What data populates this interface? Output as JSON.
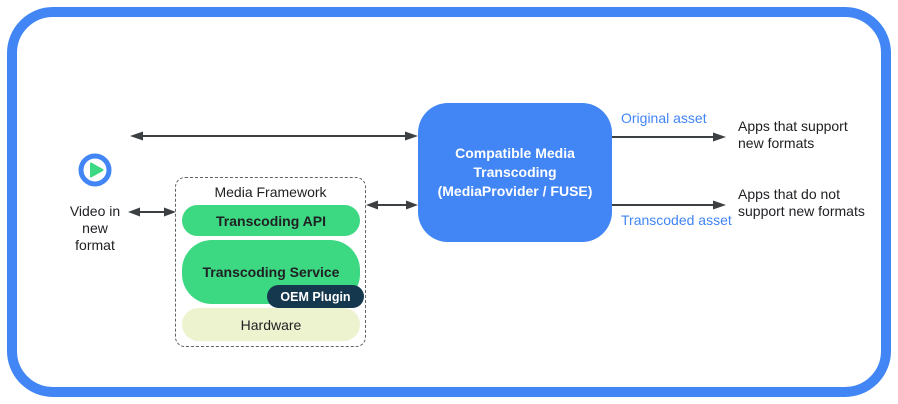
{
  "diagram": {
    "source": {
      "icon": "play-icon",
      "label": "Video in\nnew\nformat"
    },
    "media_framework": {
      "title": "Media Framework",
      "layers": {
        "api": {
          "label": "Transcoding API"
        },
        "service": {
          "label": "Transcoding Service",
          "plugin_label": "OEM Plugin"
        },
        "hardware": {
          "label": "Hardware"
        }
      }
    },
    "transcoder": {
      "label": "Compatible Media\nTranscoding\n(MediaProvider / FUSE)"
    },
    "outputs": {
      "original": {
        "asset_label": "Original asset",
        "target_label": "Apps that support\nnew formats"
      },
      "transcoded": {
        "asset_label": "Transcoded asset",
        "target_label": "Apps that do not\nsupport new formats"
      }
    },
    "palette": {
      "brand_blue": "#4285f4",
      "green": "#3dd882",
      "light_green": "#edf2cf",
      "navy": "#16384e",
      "arrow_gray": "#3c4043",
      "text": "#202124",
      "background": "#ffffff"
    }
  }
}
